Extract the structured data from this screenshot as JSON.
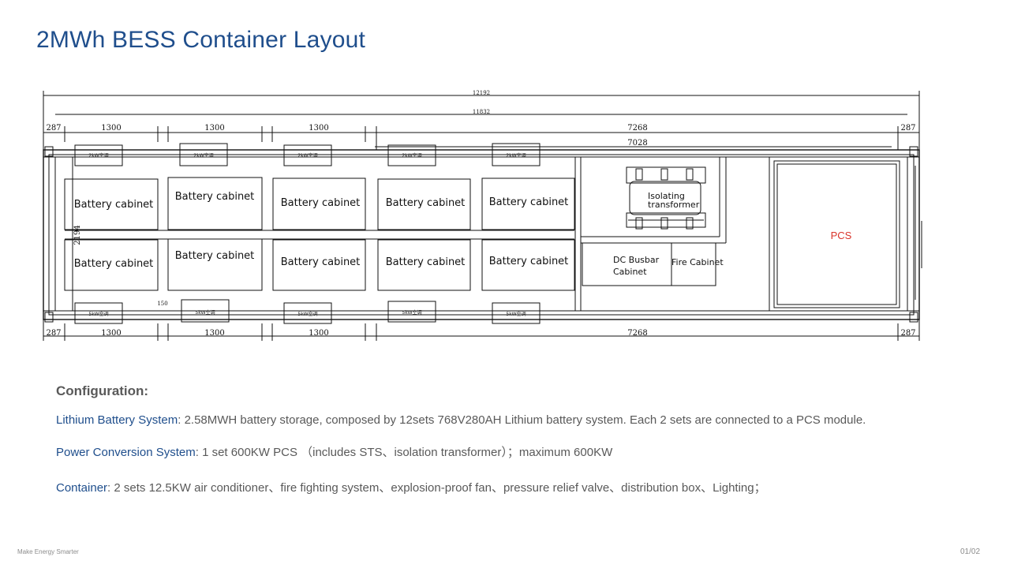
{
  "slide": {
    "title": "2MWh BESS Container Layout",
    "footer_left": "Make Energy Smarter",
    "page_number": "01/02"
  },
  "drawing": {
    "dimensions": {
      "overall_length": "12192",
      "inner_length": "11832",
      "end_offset": "287",
      "module_pitch": "1300",
      "equipment_zone": "7268",
      "equipment_zone_inner": "7028",
      "width": "2194",
      "spacing_small": "150"
    },
    "battery_cabinets": [
      "Battery cabinet",
      "Battery cabinet",
      "Battery cabinet",
      "Battery cabinet",
      "Battery cabinet",
      "Battery cabinet",
      "Battery cabinet",
      "Battery cabinet",
      "Battery cabinet",
      "Battery cabinet"
    ],
    "transformer_label_1": "Isolating",
    "transformer_label_2": "transformer",
    "dc_busbar_label_1": "DC Busbar",
    "dc_busbar_label_2": "Cabinet",
    "fire_cabinet_label": "Fire Cabinet",
    "pcs_label": "PCS",
    "pcs_label_color": "#d9342b",
    "ac_unit_top_label": "2kW空调",
    "ac_unit_bottom_label": "5kW空调"
  },
  "configuration": {
    "heading": "Configuration:",
    "lines": [
      {
        "key": "Lithium Battery System",
        "separator": ":",
        "text": "2.58MWH battery storage, composed by 12sets 768V280AH Lithium battery system. Each 2 sets are connected to a PCS module."
      },
      {
        "key": "Power Conversion System",
        "separator": ":",
        "text": "1 set 600KW PCS （includes STS、isolation transformer）；maximum 600KW"
      },
      {
        "key": "Container",
        "separator": ":",
        "text": "2 sets 12.5KW air conditioner、fire fighting system、explosion-proof fan、pressure relief valve、distribution box、Lighting；"
      }
    ],
    "key_color": "#1f4e8c",
    "text_color": "#595959"
  }
}
